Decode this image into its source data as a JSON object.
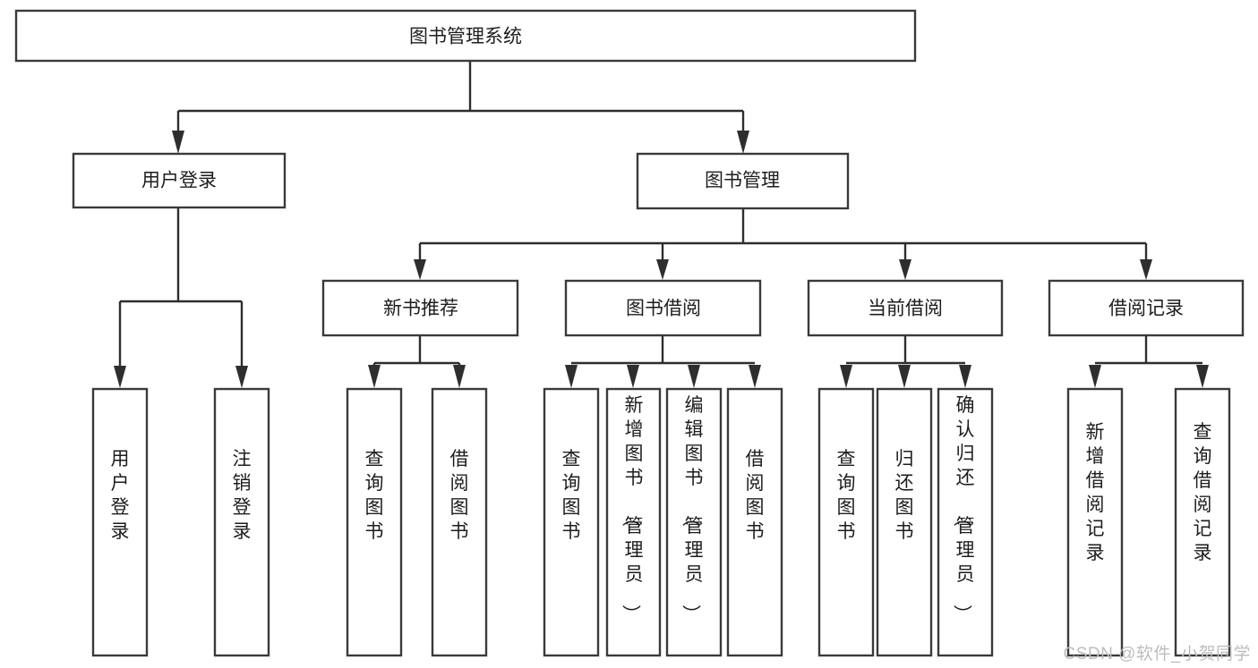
{
  "diagram": {
    "type": "tree-hierarchy-flowchart",
    "title": "图书管理系统",
    "watermark": "CSDN @软件_小贺同学",
    "colors": {
      "background": "#ffffff",
      "box_fill": "#ffffff",
      "box_stroke": "#3a3a3a",
      "connector": "#2e2e2e",
      "text": "#1d1d1d",
      "watermark": "#bdbdbd"
    },
    "levels": [
      {
        "level": 1,
        "nodes": [
          {
            "id": "root",
            "label": "图书管理系统",
            "orientation": "horizontal"
          }
        ]
      },
      {
        "level": 2,
        "nodes": [
          {
            "id": "user-login",
            "label": "用户登录",
            "orientation": "horizontal",
            "parent": "root"
          },
          {
            "id": "book-manage",
            "label": "图书管理",
            "orientation": "horizontal",
            "parent": "root"
          }
        ]
      },
      {
        "level": 3,
        "nodes": [
          {
            "id": "new-book-rec",
            "label": "新书推荐",
            "orientation": "horizontal",
            "parent": "book-manage"
          },
          {
            "id": "book-borrow",
            "label": "图书借阅",
            "orientation": "horizontal",
            "parent": "book-manage"
          },
          {
            "id": "current-borrow",
            "label": "当前借阅",
            "orientation": "horizontal",
            "parent": "book-manage"
          },
          {
            "id": "borrow-record",
            "label": "借阅记录",
            "orientation": "horizontal",
            "parent": "book-manage"
          }
        ]
      },
      {
        "level": 4,
        "nodes": [
          {
            "id": "leaf-1",
            "label": "用户登录",
            "orientation": "vertical",
            "parent": "user-login"
          },
          {
            "id": "leaf-2",
            "label": "注销登录",
            "orientation": "vertical",
            "parent": "user-login"
          },
          {
            "id": "leaf-3",
            "label": "查询图书",
            "orientation": "vertical",
            "parent": "new-book-rec"
          },
          {
            "id": "leaf-4",
            "label": "借阅图书",
            "orientation": "vertical",
            "parent": "new-book-rec"
          },
          {
            "id": "leaf-5",
            "label": "查询图书",
            "orientation": "vertical",
            "parent": "book-borrow"
          },
          {
            "id": "leaf-6",
            "label": "新增图书（管理员）",
            "orientation": "vertical",
            "parent": "book-borrow"
          },
          {
            "id": "leaf-7",
            "label": "编辑图书（管理员）",
            "orientation": "vertical",
            "parent": "book-borrow"
          },
          {
            "id": "leaf-8",
            "label": "借阅图书",
            "orientation": "vertical",
            "parent": "book-borrow"
          },
          {
            "id": "leaf-9",
            "label": "查询图书",
            "orientation": "vertical",
            "parent": "current-borrow"
          },
          {
            "id": "leaf-10",
            "label": "归还图书",
            "orientation": "vertical",
            "parent": "current-borrow"
          },
          {
            "id": "leaf-11",
            "label": "确认归还（管理员）",
            "orientation": "vertical",
            "parent": "current-borrow"
          },
          {
            "id": "leaf-12",
            "label": "新增借阅记录",
            "orientation": "vertical",
            "parent": "borrow-record"
          },
          {
            "id": "leaf-13",
            "label": "查询借阅记录",
            "orientation": "vertical",
            "parent": "borrow-record"
          }
        ]
      }
    ]
  }
}
